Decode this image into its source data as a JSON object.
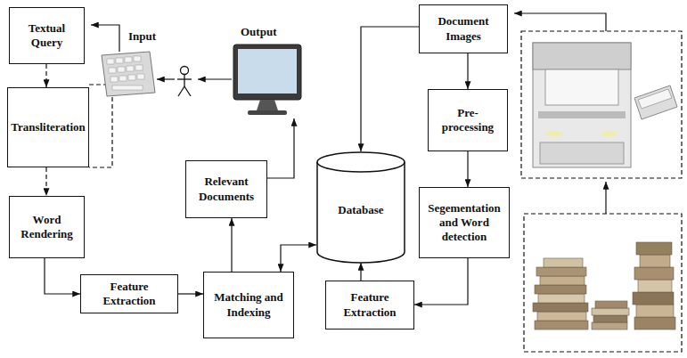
{
  "diagram": {
    "nodes": [
      {
        "text": [
          "Textual Query"
        ]
      },
      {
        "text": [
          "Transliteration"
        ]
      },
      {
        "text": [
          "Word Rendering"
        ]
      },
      {
        "text": [
          "Feature Extraction"
        ]
      },
      {
        "text": [
          "Matching and Indexing"
        ]
      },
      {
        "text": [
          "Relevant Documents"
        ]
      },
      {
        "text": [
          "Database"
        ]
      },
      {
        "text": [
          "Document Images"
        ]
      },
      {
        "text": [
          "Pre-processing"
        ]
      },
      {
        "text": [
          "Segementation and Word detection"
        ]
      },
      {
        "text": [
          "Feature Extraction"
        ]
      }
    ],
    "edges": [
      {
        "from": 0,
        "to": 1,
        "arrow": "to"
      },
      {
        "from": 1,
        "to": 2,
        "arrow": "to"
      },
      {
        "from": 2,
        "to": 3,
        "arrow": "to"
      },
      {
        "from": 3,
        "to": 4,
        "arrow": "to"
      },
      {
        "from": 4,
        "to": 5,
        "arrow": "to"
      },
      {
        "from": 4,
        "to": 6,
        "arrow": "both"
      },
      {
        "from": 7,
        "to": 6,
        "arrow": "to"
      },
      {
        "from": 7,
        "to": 8,
        "arrow": "to"
      },
      {
        "from": 8,
        "to": 9,
        "arrow": "to"
      },
      {
        "from": 9,
        "to": 10,
        "arrow": "to"
      },
      {
        "from": 10,
        "to": 6,
        "arrow": "to"
      }
    ],
    "labels": [
      "Input",
      "Output"
    ]
  }
}
